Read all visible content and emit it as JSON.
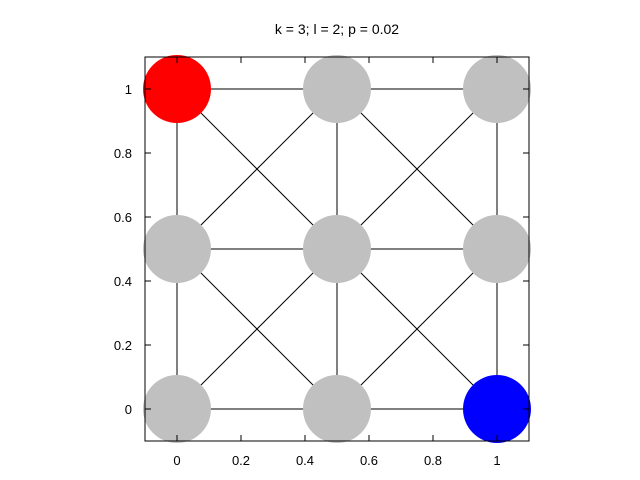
{
  "chart_data": {
    "type": "scatter",
    "title": "k = 3; l = 2; p = 0.02",
    "xlabel": "",
    "ylabel": "",
    "xlim": [
      -0.1,
      1.1
    ],
    "ylim": [
      -0.1,
      1.1
    ],
    "grid": false,
    "x_ticks": [
      "0",
      "0.2",
      "0.4",
      "0.6",
      "0.8",
      "1"
    ],
    "y_ticks": [
      "0",
      "0.2",
      "0.4",
      "0.6",
      "0.8",
      "1"
    ],
    "nodes": [
      {
        "x": 0,
        "y": 1,
        "color": "#ff0000"
      },
      {
        "x": 0.5,
        "y": 1,
        "color": "#c0c0c0"
      },
      {
        "x": 1,
        "y": 1,
        "color": "#c0c0c0"
      },
      {
        "x": 0,
        "y": 0.5,
        "color": "#c0c0c0"
      },
      {
        "x": 0.5,
        "y": 0.5,
        "color": "#c0c0c0"
      },
      {
        "x": 1,
        "y": 0.5,
        "color": "#c0c0c0"
      },
      {
        "x": 0,
        "y": 0,
        "color": "#c0c0c0"
      },
      {
        "x": 0.5,
        "y": 0,
        "color": "#c0c0c0"
      },
      {
        "x": 1,
        "y": 0,
        "color": "#0000ff"
      }
    ],
    "edges": [
      [
        [
          0,
          1
        ],
        [
          1,
          1
        ]
      ],
      [
        [
          0,
          0.5
        ],
        [
          1,
          0.5
        ]
      ],
      [
        [
          0,
          0
        ],
        [
          1,
          0
        ]
      ],
      [
        [
          0,
          0
        ],
        [
          0,
          1
        ]
      ],
      [
        [
          0.5,
          0
        ],
        [
          0.5,
          1
        ]
      ],
      [
        [
          1,
          0
        ],
        [
          1,
          1
        ]
      ],
      [
        [
          0,
          1
        ],
        [
          1,
          0
        ]
      ],
      [
        [
          0,
          0
        ],
        [
          1,
          1
        ]
      ],
      [
        [
          0.5,
          1
        ],
        [
          0,
          0.5
        ]
      ],
      [
        [
          0.5,
          1
        ],
        [
          1,
          0.5
        ]
      ],
      [
        [
          0,
          0.5
        ],
        [
          0.5,
          0
        ]
      ],
      [
        [
          1,
          0.5
        ],
        [
          0.5,
          0
        ]
      ]
    ]
  }
}
